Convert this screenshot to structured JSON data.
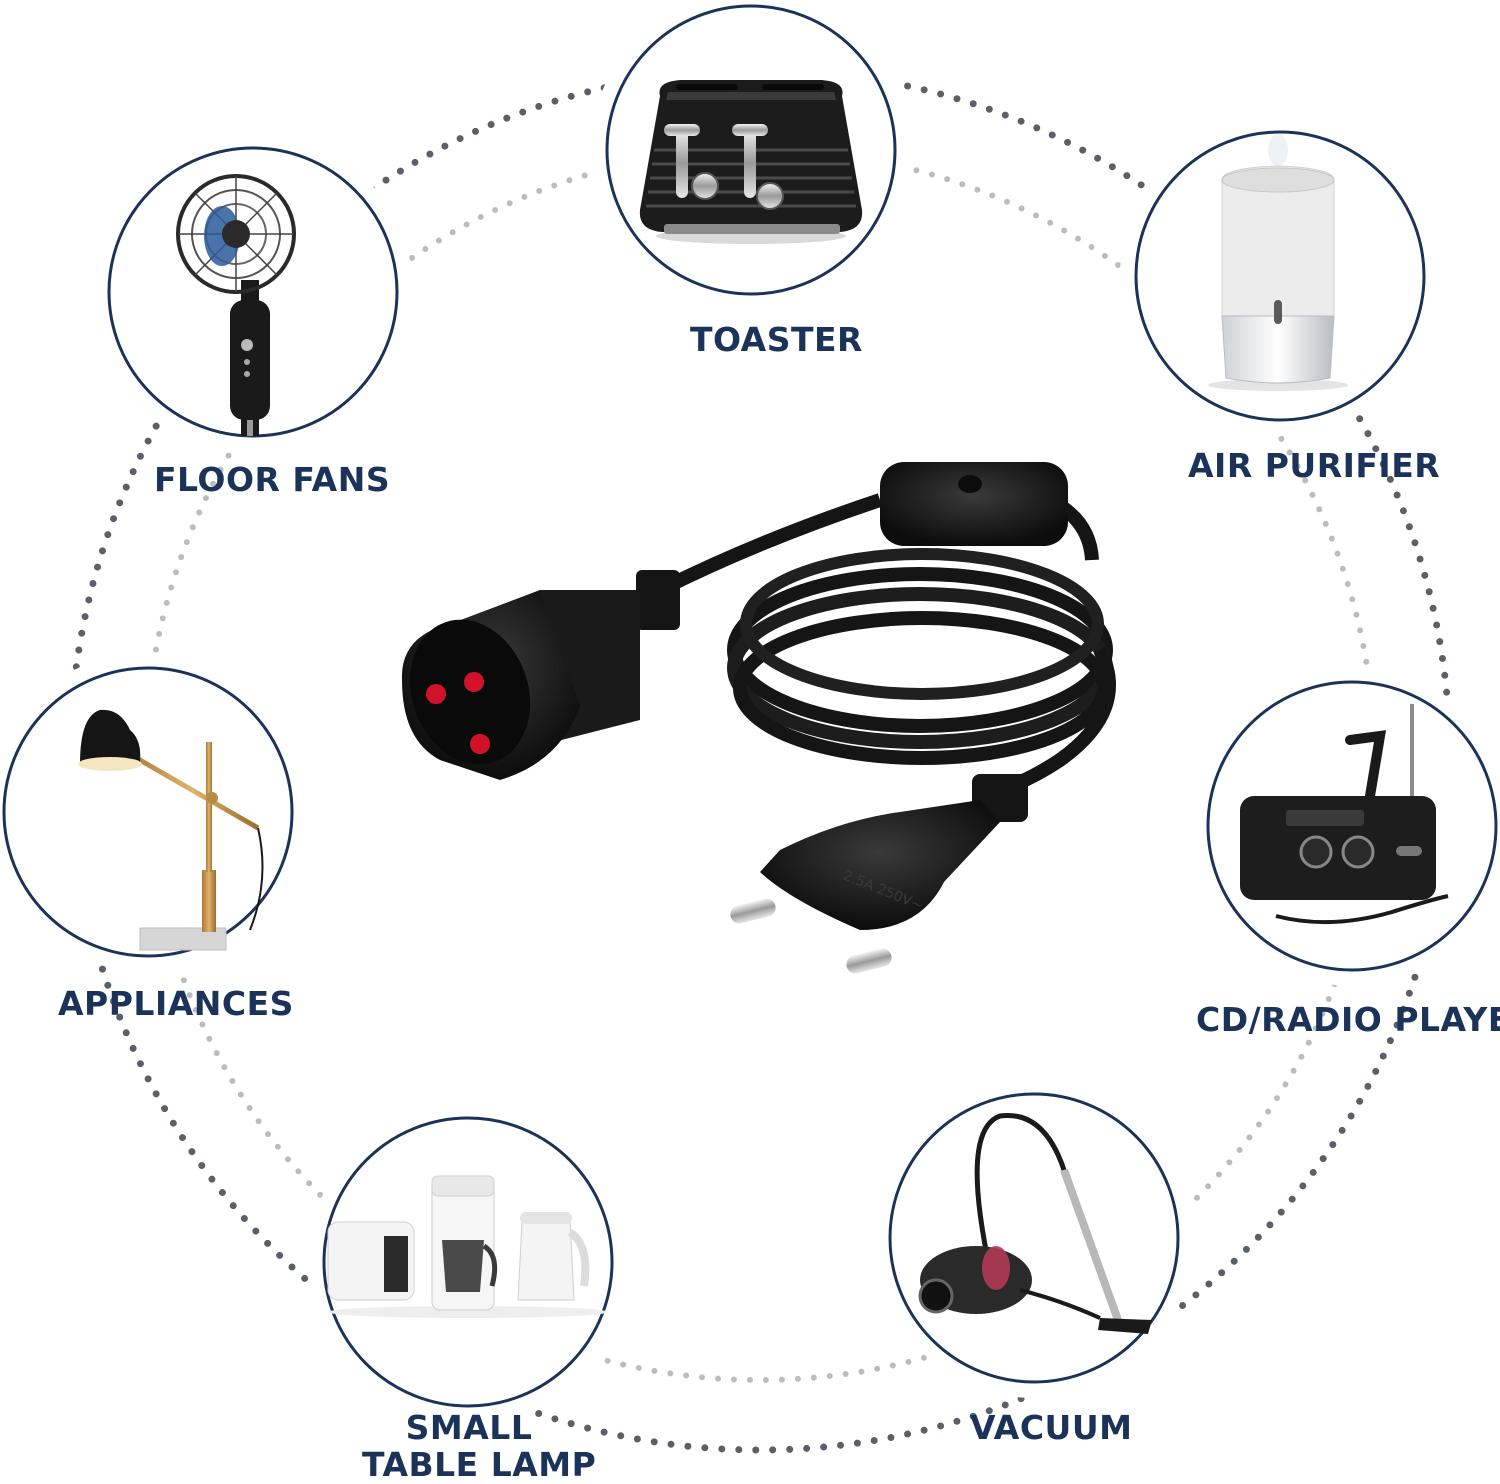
{
  "colors": {
    "label": "#1b3358",
    "circle_border": "#1b3358",
    "dots_dark": "#5b6068",
    "dots_light": "#b9bcc1",
    "cord": "#111111",
    "socket_red": "#d3122a"
  },
  "appliances": [
    {
      "id": "toaster",
      "label": "TOASTER",
      "icon": "toaster-icon"
    },
    {
      "id": "floor-fans",
      "label": "FLOOR FANS",
      "icon": "floor-fan-icon"
    },
    {
      "id": "air-purifier",
      "label": "AIR PURIFIER",
      "icon": "air-purifier-icon"
    },
    {
      "id": "appliances",
      "label": "APPLIANCES",
      "icon": "desk-lamp-icon"
    },
    {
      "id": "cd-radio-player",
      "label": "CD/RADIO PLAYER",
      "icon": "radio-icon"
    },
    {
      "id": "small-table-lamp",
      "label_line1": "SMALL",
      "label_line2": "TABLE LAMP",
      "icon": "kitchen-appliances-icon"
    },
    {
      "id": "vacuum",
      "label": "VACUUM",
      "icon": "vacuum-cleaner-icon"
    }
  ],
  "product": {
    "icon": "extension-cord-icon",
    "plug_marking": "2.5A 250V~"
  }
}
